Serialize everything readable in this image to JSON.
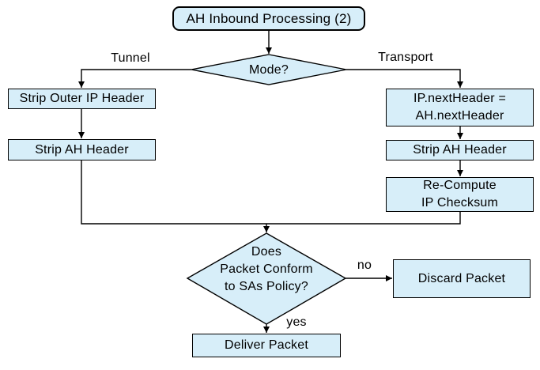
{
  "diagram": {
    "title": "AH Inbound Processing (2)",
    "type": "flowchart",
    "colors": {
      "node_fill": "#d7eef9",
      "node_border": "#000000",
      "line": "#000000",
      "background": "#ffffff"
    },
    "nodes": {
      "start": "AH Inbound Processing (2)",
      "mode": "Mode?",
      "strip_outer_ip": "Strip Outer IP Header",
      "strip_ah_tunnel": "Strip AH Header",
      "ip_next_header": "IP.nextHeader =\nAH.nextHeader",
      "strip_ah_transport": "Strip AH Header",
      "recompute_checksum": "Re-Compute\nIP Checksum",
      "policy_check": "Does\nPacket Conform\nto SAs Policy?",
      "discard_packet": "Discard Packet",
      "deliver_packet": "Deliver Packet"
    },
    "edge_labels": {
      "tunnel": "Tunnel",
      "transport": "Transport",
      "no": "no",
      "yes": "yes"
    }
  }
}
